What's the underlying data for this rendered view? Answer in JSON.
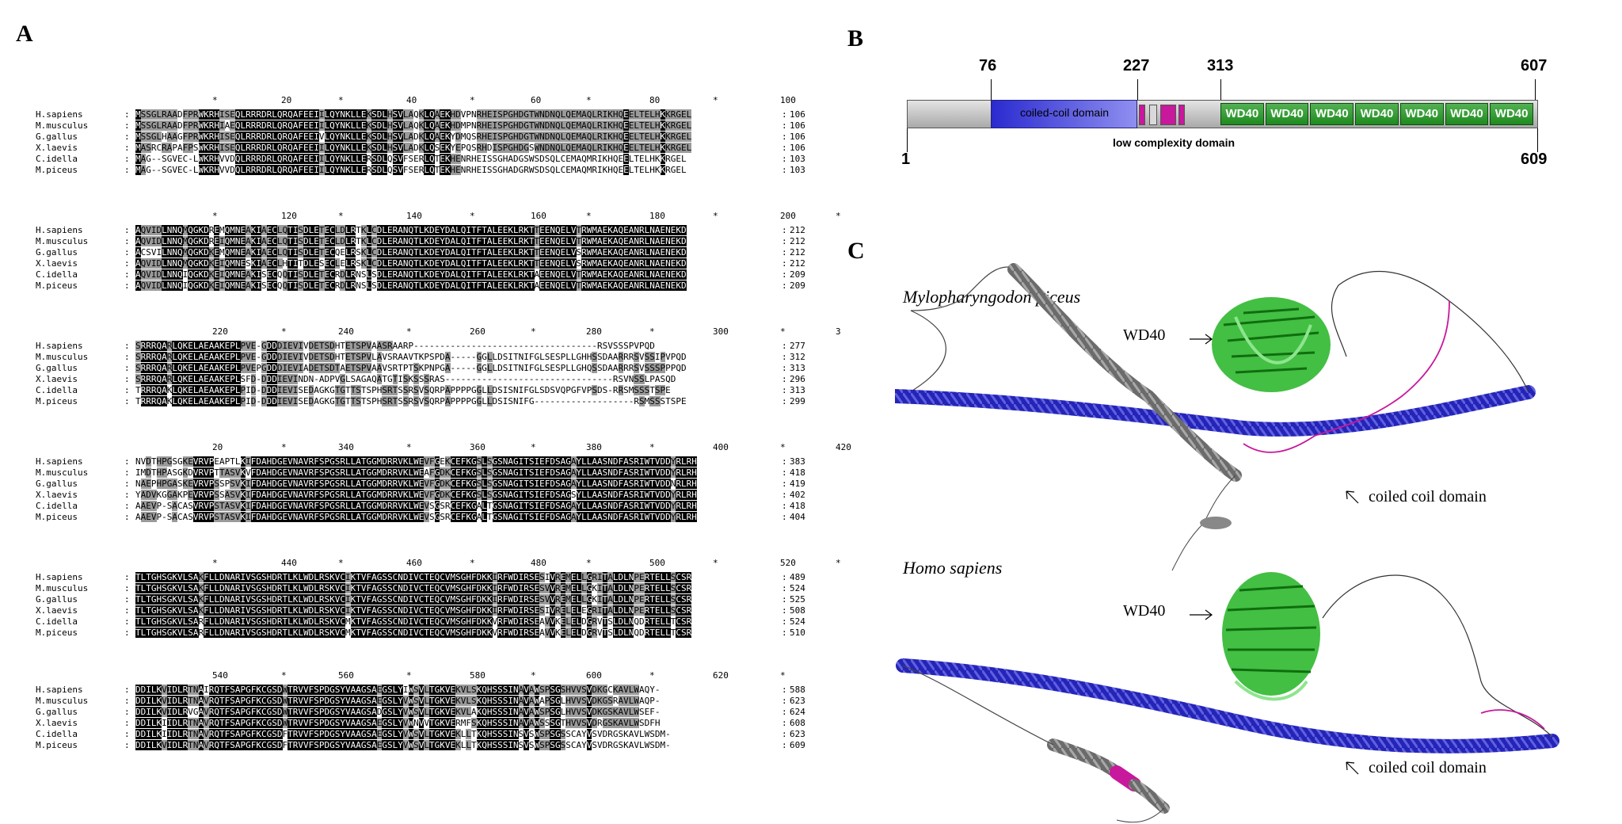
{
  "panels": {
    "a": "A",
    "b": "B",
    "c": "C"
  },
  "alignment": {
    "species": [
      "H.sapiens",
      "M.musculus",
      "G.gallus",
      "X.laevis",
      "C.idella",
      "M.piceus"
    ],
    "blocks": [
      {
        "numbers": [
          "*",
          "20",
          "*",
          "40",
          "*",
          "60",
          "*",
          "80",
          "*",
          "100"
        ],
        "rows": [
          {
            "seq": "MSSGLRAADFPRWKRHISEQLRRRDRLQRQAFEEIILQYNKLLEKSDLHSVLAQKLQAEKHDVPNRHEISPGHDGTWNDNQLQEMAQLRIKHQEELTELHKKRGEL",
            "end": "106"
          },
          {
            "seq": "MSSGLRAADFPRWKRHIAEQLRRRDRLQRQAFEEIILQYNKLLEKSDLHSVLAQKLQAEKHDMPNRHEISPGHDGTWNDNQLQEMAQLRIKHQEELTELHKKRGEL",
            "end": "106"
          },
          {
            "seq": "MSSGLHAAGFPRWKRHISEQLRRRDRLQRQAFEEIVLQYNKLLEKSDLHSVLADKLQAEKYDMQSRHEISPGHDGTWNDNQLQEMAQLRIKHQEELTELHKKRGEL",
            "end": "106"
          },
          {
            "seq": "MASRCRAPAFPSWKRHISEQLRRRDRLQRQAFEEIILQYNKLLEKSDLHSVLADKLQSEKYEPQSRHDISPGHDGSWNDNQLQEMAQLRIKHQEELTELHKKRGEL",
            "end": "106"
          },
          {
            "seq": "MAG--SGVEC-LWKRHVVDQLRRRDRLQRQAFEEIILQYNKLLERSDLQSVFSERLQTEKHENRHEISSGHADGSWSDSQLCEMAQMRIKHQEELTELHKKRGEL",
            "end": "103"
          },
          {
            "seq": "MAG--SGVEC-LWKRHVVDQLRRRDRLQRQAFEEIILQYNKLLERSDLQSVFSERLQTEKHENRHEISSGHADGRWSDSQLCEMAQMRIKHQEELTELHKKRGEL",
            "end": "103"
          }
        ]
      },
      {
        "numbers": [
          "*",
          "120",
          "*",
          "140",
          "*",
          "160",
          "*",
          "180",
          "*",
          "200",
          "*"
        ],
        "rows": [
          {
            "seq": "AQVIDLNNQMQGKDREMQMNEAKIAECLQTISDLETECLDLRTKLCDLERANQTLKDEYDALQITFTALEEKLRKTTEENQELVTRWMAEKAQEANRLNAENEKD",
            "end": "212"
          },
          {
            "seq": "AQVIDLNNQMQGKDREIQMNEAKIAECLQTISDLETECLDLRTKLCDLERANQTLKDEYDALQITFTALEEKLRKTTEENQELVTRWMAEKAQEANRLNAENEKD",
            "end": "212"
          },
          {
            "seq": "ACSVILNNQMQGKDKEMQMNEAKIAECLQTISDLETECQELRSKLCDLERANQTLKDEYDALQITFTALEEKLRKTTEENQELVSRWMAEKAQEANRLNAENEKD",
            "end": "212"
          },
          {
            "seq": "AQVIDLNNQMQGKDKEIQMNESKIAECLHTITDLESECLELRSKLCDLERANQTLKDEYDALQITFTALEEKLRKTTEENQELVSRWMAEKAQEANRLNAENEKD",
            "end": "212"
          },
          {
            "seq": "AQVIDLNNQIQGKDKEIQMNEAKISECQQTISDLETECRDLRNSLSDLERANQTLKDEYDALQITFTALEEKLRKTAEENQELVTRWMAEKAQEANRLNAENEKD",
            "end": "209"
          },
          {
            "seq": "AQVIDLNNQIQGKDKEIQMNEAKISECQQTISDLETECRDLRNSLSDLERANQTLKDEYDALQITFTALEEKLRKTAEENQELVTRWMAEKAQEANRLNAENEKD",
            "end": "209"
          }
        ]
      },
      {
        "numbers": [
          "220",
          "*",
          "240",
          "*",
          "260",
          "*",
          "280",
          "*",
          "300",
          "*",
          "3"
        ],
        "rows": [
          {
            "seq": "SRRRQARLQKELAEAAKEPLPVE-GDDDIEVIVDETSDHTETSPVAASRAARP-----------------------------------RSVSSSPVPQD",
            "end": "277"
          },
          {
            "seq": "SRRRQARLQKELAEAAKEPLPVE-GDDDIEVIVDETSDHTETSPVLAVSRAAVTKPSPDA-----GGLLDSITNIFGLSESPLLGHHSSDAARRRSVSSIPVPQD",
            "end": "312"
          },
          {
            "seq": "SRRRQARLQKELAEAAKEPLPVEPGDDDIEVIADETSDTAETSPVAAVSRTPTSKPNPGA-----GGLLDSITNIFGLSESPLLGHQSSDAARRRSVSSSPPPQD",
            "end": "313"
          },
          {
            "seq": "SRRRQARLQKELAEAAKEPLSFD-DDDIEVINDN-ADPVGLSAGAQATGTISKSSSRAS--------------------------------RSVNSSLPASQD",
            "end": "296"
          },
          {
            "seq": "TRRRQAKLQKELAEAAKEPLPID-DDDIEVISEDAGKGTGTTSTSPHSRTSSRSVSQRPAPPPPGGLLDSISNIFGLSDSVQPGFVPSDS-RRSMSSSTSPE",
            "end": "313"
          },
          {
            "seq": "TRRRQAKLQKELAEAAKEPLPID-DDDIEVISEDAGKGTGTTSTSPHSRTSSRSVSQRPAPPPPGGLLDSISNIFG-------------------RSMSSSTSPE",
            "end": "299"
          }
        ]
      },
      {
        "numbers": [
          "20",
          "*",
          "340",
          "*",
          "360",
          "*",
          "380",
          "*",
          "400",
          "*",
          "420"
        ],
        "rows": [
          {
            "seq": "NVDTHPGSGKEVRVPEAPTLKIFDAHDGEVNAVRFSPGSRLLATGGMDRRVKLWEVFGEKCEFKGSLSGSNAGITSIEFDSAGAYLLAASNDFASRIWTVDDYRLRH",
            "end": "383"
          },
          {
            "seq": "IMDTHPASGKDVRVPTTASVKVFDAHDGEVNAVRFSPGSRLLATGGMDRRVKLWEAFGDKCEFKGSLSGSNAGITSIEFDSAGAYLLAASNDFASRIWTVDDYRLRH",
            "end": "418"
          },
          {
            "seq": "NAEPHPGASKEVRVPSSPSVKIFDAHDGEVNAVRFSPGSRLLATGGMDRRVKLWEVFGDKCEFKGSLSGSNAGITSIEFDSAGAYLLAASNDFASRIWTVDDNRLRH",
            "end": "419"
          },
          {
            "seq": "YADVKGGAKPEVRVPSSASVKIFDAHDGEVNAVRFSPGSRLLATGGMDRRVKLWEVFGDKCEFKGSLSGSNAGITSIEFDSAGSYLLAASNDFASRIWTVDDYRLRH",
            "end": "402"
          },
          {
            "seq": "AAEVP-SACASVRVPSTASVKIFDAHDGEVNAVRFSPGSRLLATGGMDRRVKLWEVSGSRCEFKGALTGSNAGITSIEFDSAGAYLLAASNDFASRIWTVDDYRLRH",
            "end": "418"
          },
          {
            "seq": "AAEVP-SACASVRVPSTASVKIFDAHDGEVNAVRFSPGSRLLATGGMDRRVKLWEVSGSRCEFKGALTGSNAGITSIEFDSAGAYLLAASNDFASRIWTVDDYRLRH",
            "end": "404"
          }
        ]
      },
      {
        "numbers": [
          "*",
          "440",
          "*",
          "460",
          "*",
          "480",
          "*",
          "500",
          "*",
          "520",
          "*"
        ],
        "rows": [
          {
            "seq": "TLTGHSGKVLSAKFLLDNARIVSGSHDRTLKLWDLRSKVCIKTVFAGSSCNDIVCTEQCVMSGHFDKKIRFWDIRSESIVREMELLGRITALDLNPERTELLSCSR",
            "end": "489"
          },
          {
            "seq": "TLTGHSGKVLSAKFLLDNARIVSGSHDRTLKLWDLRSKVCIKTVFAGSSCNDIVCTEQCVMSGHFDKKIRFWDIRSESVVREMELLGKITALDLNPERTELLSCSR",
            "end": "524"
          },
          {
            "seq": "TLTGHSGKVLSAKFLLDNARIVSGSHDRTLKLWDLRSKVCIKTVFAGSSCNDIVCTEQCVMSGHFDKKIRFWDIRSESVVREMELLGKITALDLNPERTELLSCSR",
            "end": "525"
          },
          {
            "seq": "TLTGHSGKVLSAKFLLDNARIVSGSHDRTLKLWDLRSKVCIKTVFAGSSCNDIVCTEQCVMSGHFDKKIRFWDIRSESIVRELELEGRITALDLNPERTELLSCSR",
            "end": "508"
          },
          {
            "seq": "TLTGHSGKVLSARFLLDNARIVSGSHDRTLKLWDLRSKVCMKTVFAGSSCNDIVCTEQCVMSGHFDKKVRFWDIRSEAVVKELELDGRVTSLDLNQDRTELLTCSR",
            "end": "524"
          },
          {
            "seq": "TLTGHSGKVLSARFLLDNARIVSGSHDRTLKLWDLRSKVCMKTVFAGSSCNDIVCTEQCVMSGHFDKKVRFWDIRSEAVVKELELDGRVTSLDLNQDRTELLTCSR",
            "end": "510"
          }
        ]
      },
      {
        "numbers": [
          "540",
          "*",
          "560",
          "*",
          "580",
          "*",
          "600",
          "*",
          "620",
          "*"
        ],
        "rows": [
          {
            "seq": "DDILKVIDLRTNAIRQTFSAPGFKCGSDWTRVVFSPDGSYVAAGSAEGSLYIWSVLTGKVEKVLSKQHSSSINAVAWSPSGSHVVSVDKGCKAVLWAQY-",
            "end": "588"
          },
          {
            "seq": "DDILKVIDLRTNAVRQTFSAPGFKCGSDWTRVVFSPDGSYVAAGSAEGSLYVWSVLTGKVEKVLSKQHSSSINAVAWAPSGLHVVSVDKGSRAVLWAQP-",
            "end": "623"
          },
          {
            "seq": "DDILKVIDLRVGAVRQTFSAPGFKCGSDWTRVVFSPDGSYVAAGSADGSLYVWSVLTGKVEKVLAKQHSSSINAVAWSPSGLHVVSVDKGSKAVLWSEF-",
            "end": "624"
          },
          {
            "seq": "DDILKIIDLRTNAVRQTFSAPGFKCGSDWTRVVFSPDGSYVAAGSAEGSLYVWNVVTGKVERMFSKQHSSSINAVAWSSSGTHVVSVDRGSKAVLWSDFH",
            "end": "608"
          },
          {
            "seq": "DDILKIIDLRTNAVRQTFSAPGFKCGSDFTRVVFSPDGSYVAAGSAEGSLYVWSVLTGKVEKLLTKQHSSSINSVSWSPSGSSCAYVSVDRGSKAVLWSDM-",
            "end": "623"
          },
          {
            "seq": "DDILKVIDLRTNAVRQTFSAPGFKCGSDFTRVVFSPDGSYVAAGSAEGSLYVWSVLTGKVEKLLTKQHSSSINSVSWSPSGSSCAYVSVDRGSKAVLWSDM-",
            "end": "609"
          }
        ]
      }
    ]
  },
  "domain_diagram": {
    "top_ticks": [
      "76",
      "227",
      "313",
      "607"
    ],
    "bottom_ticks": [
      "1",
      "609"
    ],
    "coiled_coil_label": "coiled-coil domain",
    "low_complexity_label": "low complexity domain",
    "wd40_label": "WD40",
    "wd40_count": 7,
    "colors": {
      "coiled": "#3f3fd6",
      "wd40": "#2f9a2f",
      "low_complexity": "#c8189c",
      "backbone": "#c6c6c6"
    }
  },
  "structures": [
    {
      "species": "Mylopharyngodon piceus",
      "wd40": "WD40",
      "coil": "coiled coil domain"
    },
    {
      "species": "Homo sapiens",
      "wd40": "WD40",
      "coil": "coiled coil domain"
    }
  ]
}
